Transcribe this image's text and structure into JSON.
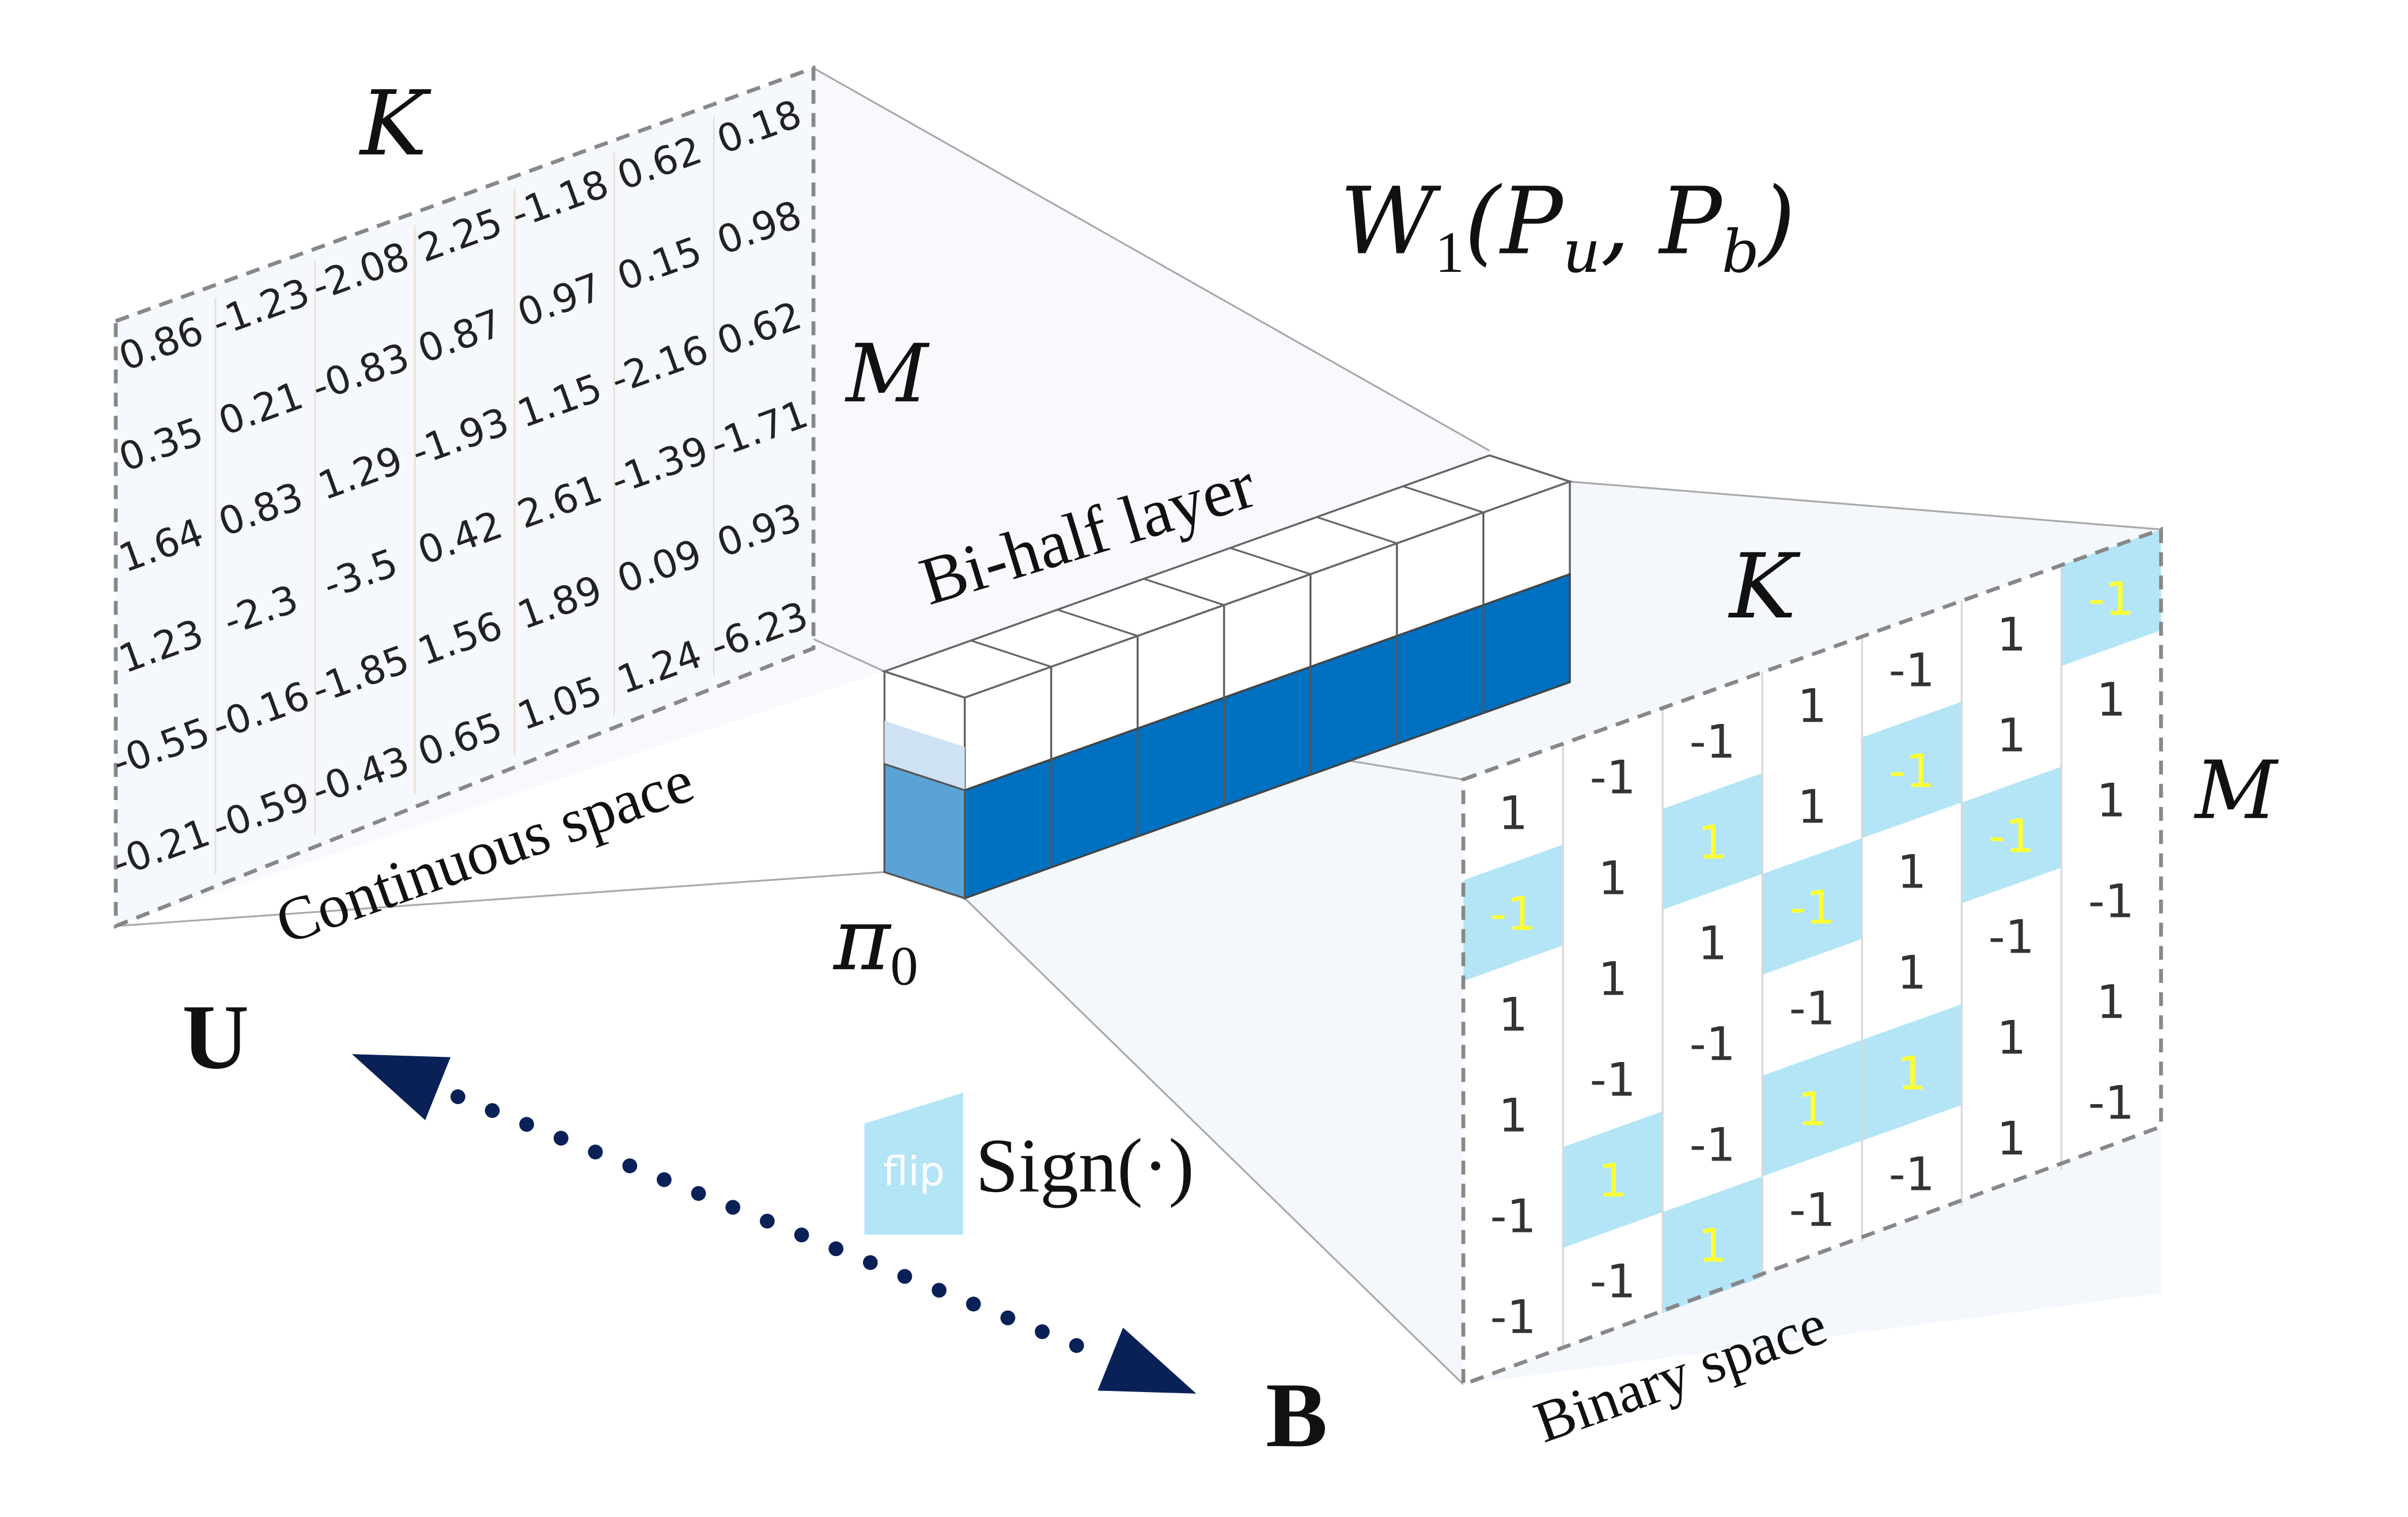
{
  "colors": {
    "panel_fill": "#f5f8fd",
    "dashed_border": "#888888",
    "cell_divider": "#d8d8d8",
    "layer_dark": "#0070c0",
    "layer_mid": "#5ba3d6",
    "layer_light": "#cfe2f3",
    "flip_fill": "#b3e5f7",
    "flip_text": "#ffff33",
    "arrow": "#0a2158",
    "number_text": "#222222"
  },
  "labels": {
    "k_left": "K",
    "m_left": "M",
    "continuous": "Continuous space",
    "w1_main": "W",
    "w1_sub": "1",
    "w1_open": "(P",
    "w1_u": "u",
    "w1_comma": ", P",
    "w1_b": "b",
    "w1_close": ")",
    "bihalf": "Bi-half layer",
    "pi_main": "π",
    "pi_sub": "0",
    "k_right": "K",
    "m_right": "M",
    "binary": "Binary space",
    "u": "U",
    "b": "B",
    "flip": "flip",
    "sign": "Sign(·)"
  },
  "continuous_matrix": [
    [
      "0.86",
      "-1.23",
      "-2.08",
      "2.25",
      "-1.18",
      "0.62",
      "0.18"
    ],
    [
      "0.35",
      "0.21",
      "-0.83",
      "0.87",
      "0.97",
      "0.15",
      "0.98"
    ],
    [
      "1.64",
      "0.83",
      "1.29",
      "-1.93",
      "1.15",
      "-2.16",
      "0.62"
    ],
    [
      "1.23",
      "-2.3",
      "-3.5",
      "0.42",
      "2.61",
      "-1.39",
      "-1.71"
    ],
    [
      "-0.55",
      "-0.16",
      "-1.85",
      "1.56",
      "1.89",
      "0.09",
      "0.93"
    ],
    [
      "-0.21",
      "-0.59",
      "-0.43",
      "0.65",
      "1.05",
      "1.24",
      "-6.23"
    ]
  ],
  "binary_matrix": [
    [
      "1",
      "-1",
      "-1",
      "1",
      "-1",
      "1",
      "-1"
    ],
    [
      "-1",
      "1",
      "1",
      "1",
      "-1",
      "1",
      "1"
    ],
    [
      "1",
      "1",
      "1",
      "-1",
      "1",
      "-1",
      "1"
    ],
    [
      "1",
      "-1",
      "-1",
      "-1",
      "1",
      "-1",
      "-1"
    ],
    [
      "-1",
      "1",
      "-1",
      "1",
      "1",
      "1",
      "1"
    ],
    [
      "-1",
      "-1",
      "1",
      "-1",
      "-1",
      "1",
      "-1"
    ]
  ],
  "binary_flipped": [
    [
      false,
      false,
      false,
      false,
      false,
      false,
      true
    ],
    [
      true,
      false,
      true,
      false,
      true,
      false,
      false
    ],
    [
      false,
      false,
      false,
      true,
      false,
      true,
      false
    ],
    [
      false,
      false,
      false,
      false,
      false,
      false,
      false
    ],
    [
      false,
      true,
      false,
      true,
      true,
      false,
      false
    ],
    [
      false,
      false,
      true,
      false,
      false,
      false,
      false
    ]
  ]
}
